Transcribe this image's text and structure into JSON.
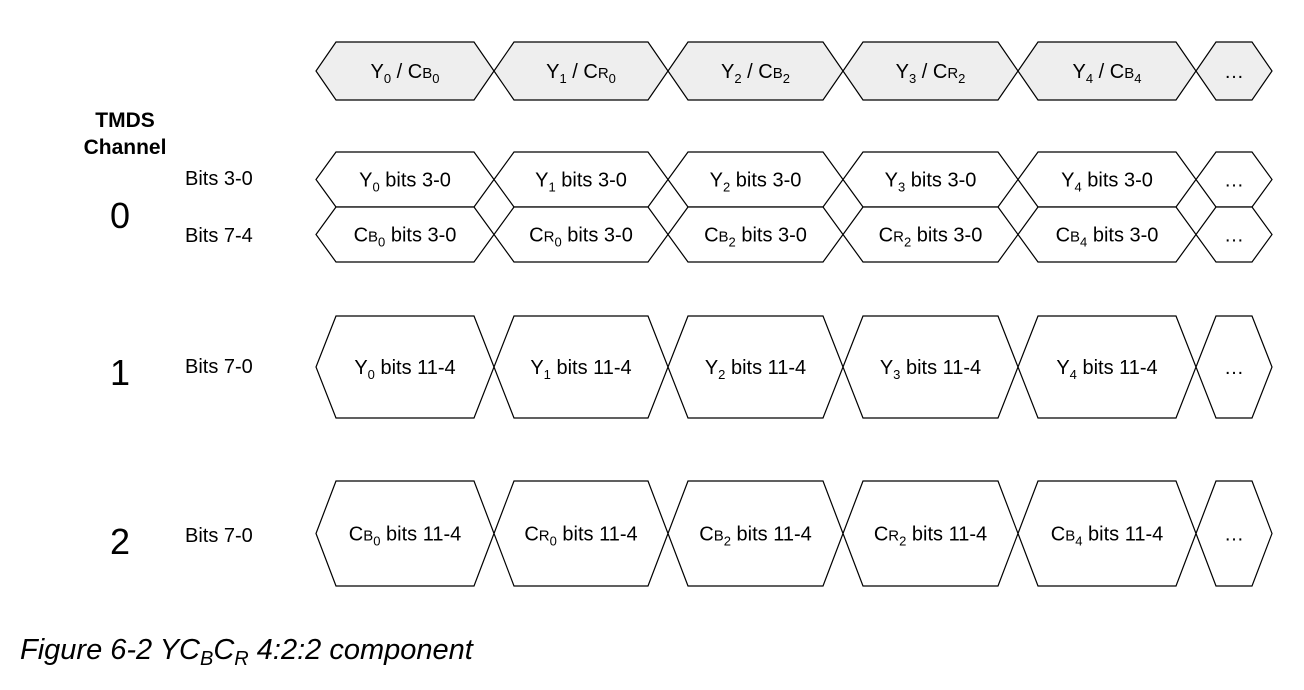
{
  "header": {
    "title_line1": "TMDS",
    "title_line2": "Channel"
  },
  "top_row": [
    {
      "main": "Y",
      "sub": "0",
      "sep": " / ",
      "comp": "C",
      "comp_small": "B",
      "comp_sub": "0"
    },
    {
      "main": "Y",
      "sub": "1",
      "sep": " / ",
      "comp": "C",
      "comp_small": "R",
      "comp_sub": "0"
    },
    {
      "main": "Y",
      "sub": "2",
      "sep": " / ",
      "comp": "C",
      "comp_small": "B",
      "comp_sub": "2"
    },
    {
      "main": "Y",
      "sub": "3",
      "sep": " / ",
      "comp": "C",
      "comp_small": "R",
      "comp_sub": "2"
    },
    {
      "main": "Y",
      "sub": "4",
      "sep": " / ",
      "comp": "C",
      "comp_small": "B",
      "comp_sub": "4"
    },
    {
      "ellipsis": "…"
    }
  ],
  "channels": [
    {
      "number": "0",
      "lanes": [
        {
          "bits_label": "Bits 3-0",
          "cells": [
            {
              "main": "Y",
              "sub": "0",
              "text": " bits 3-0"
            },
            {
              "main": "Y",
              "sub": "1",
              "text": " bits 3-0"
            },
            {
              "main": "Y",
              "sub": "2",
              "text": " bits 3-0"
            },
            {
              "main": "Y",
              "sub": "3",
              "text": " bits 3-0"
            },
            {
              "main": "Y",
              "sub": "4",
              "text": " bits 3-0"
            },
            {
              "ellipsis": "…"
            }
          ]
        },
        {
          "bits_label": "Bits 7-4",
          "cells": [
            {
              "main": "C",
              "small": "B",
              "sub": "0",
              "text": " bits 3-0"
            },
            {
              "main": "C",
              "small": "R",
              "sub": "0",
              "text": " bits 3-0"
            },
            {
              "main": "C",
              "small": "B",
              "sub": "2",
              "text": " bits 3-0"
            },
            {
              "main": "C",
              "small": "R",
              "sub": "2",
              "text": " bits 3-0"
            },
            {
              "main": "C",
              "small": "B",
              "sub": "4",
              "text": " bits 3-0"
            },
            {
              "ellipsis": "…"
            }
          ]
        }
      ]
    },
    {
      "number": "1",
      "lanes": [
        {
          "bits_label": "Bits 7-0",
          "cells": [
            {
              "main": "Y",
              "sub": "0",
              "text": " bits 11-4"
            },
            {
              "main": "Y",
              "sub": "1",
              "text": " bits 11-4"
            },
            {
              "main": "Y",
              "sub": "2",
              "text": " bits 11-4"
            },
            {
              "main": "Y",
              "sub": "3",
              "text": " bits 11-4"
            },
            {
              "main": "Y",
              "sub": "4",
              "text": " bits 11-4"
            },
            {
              "ellipsis": "…"
            }
          ]
        }
      ]
    },
    {
      "number": "2",
      "lanes": [
        {
          "bits_label": "Bits 7-0",
          "cells": [
            {
              "main": "C",
              "small": "B",
              "sub": "0",
              "text": " bits 11-4"
            },
            {
              "main": "C",
              "small": "R",
              "sub": "0",
              "text": " bits 11-4"
            },
            {
              "main": "C",
              "small": "B",
              "sub": "2",
              "text": " bits 11-4"
            },
            {
              "main": "C",
              "small": "R",
              "sub": "2",
              "text": " bits 11-4"
            },
            {
              "main": "C",
              "small": "B",
              "sub": "4",
              "text": " bits 11-4"
            },
            {
              "ellipsis": "…"
            }
          ]
        }
      ]
    }
  ],
  "caption": {
    "prefix": "Figure 6-2 YC",
    "sub1": "B",
    "mid": "C",
    "sub2": "R",
    "suffix": " 4:2:2 component"
  },
  "colors": {
    "stroke": "#000000",
    "fill": "#ffffff",
    "top_row_fill": "#eeeeee"
  }
}
